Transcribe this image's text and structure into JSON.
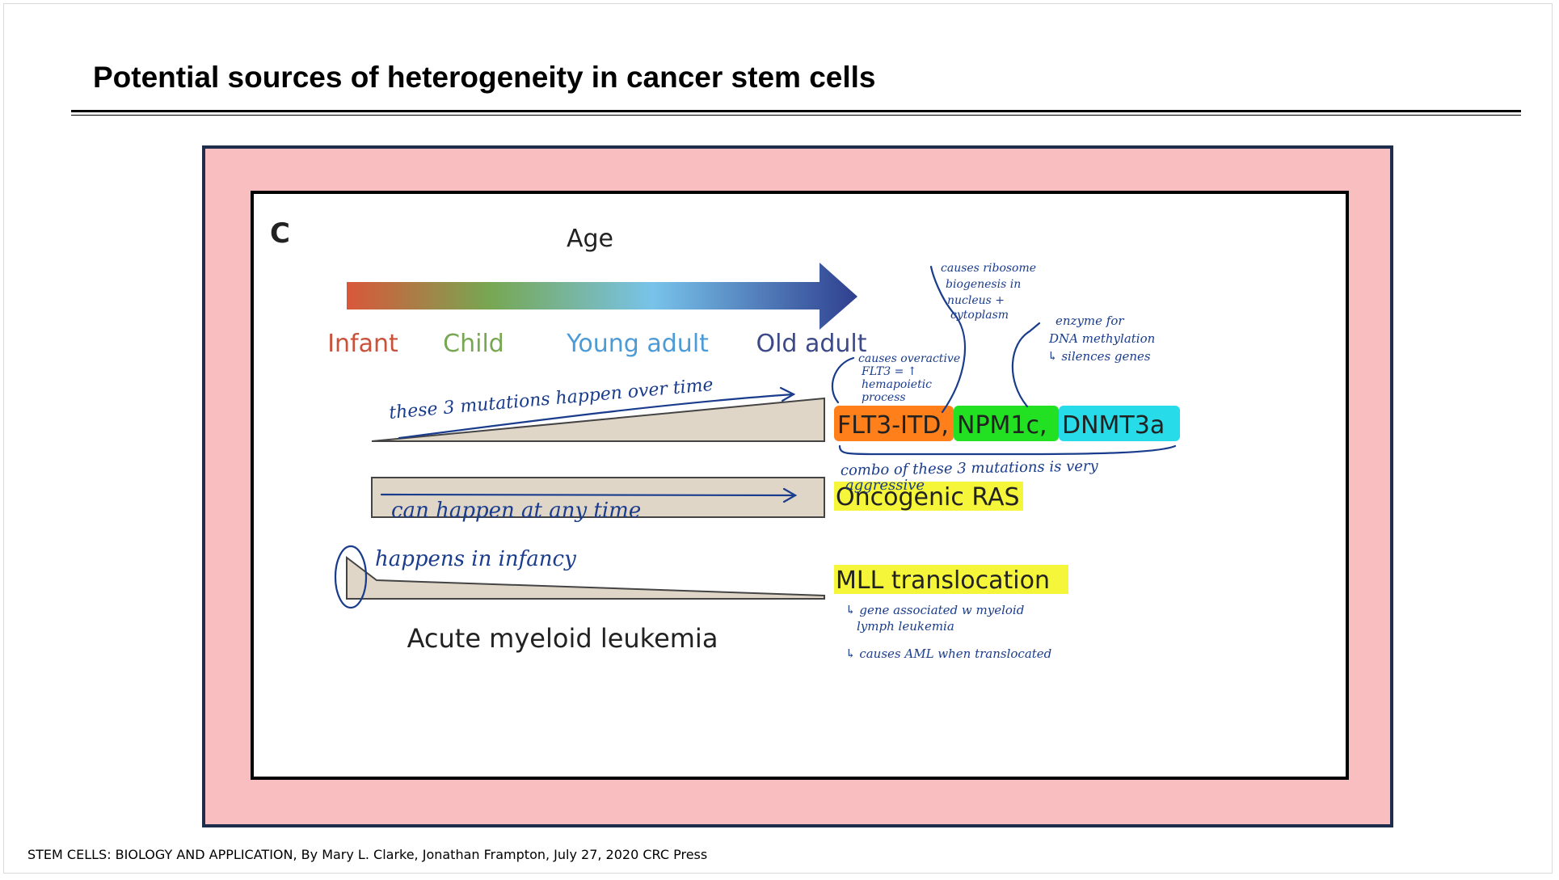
{
  "slide": {
    "title": "Potential sources of heterogeneity in cancer stem cells",
    "citation": "STEM CELLS: BIOLOGY AND APPLICATION, By Mary L. Clarke, Jonathan Frampton, July 27, 2020 CRC Press"
  },
  "figure": {
    "panel_letter": "C",
    "axis_title": "Age",
    "age_labels": {
      "infant": "Infant",
      "child": "Child",
      "young_adult": "Young adult",
      "old_adult": "Old adult"
    },
    "age_colors": {
      "infant": "#c8523a",
      "child": "#77a752",
      "young_adult": "#4d9bd6",
      "old_adult": "#3d4a8a"
    },
    "mutations": {
      "flt3": "FLT3-ITD,",
      "npm1": "NPM1c,",
      "dnmt3a": "DNMT3a",
      "ras": "Oncogenic RAS",
      "mll": "MLL translocation"
    },
    "highlight_colors": {
      "flt3": "#ff7f1a",
      "npm1": "#22e022",
      "dnmt3a": "#27dbe8",
      "yellow": "#f5f53a"
    },
    "caption": "Acute myeloid leukemia",
    "shape_fill": "#dfd6c8"
  },
  "annotations": {
    "over_time": "these 3 mutations happen over time",
    "any_time": "can happen at any time",
    "infancy": "happens in infancy",
    "flt3_note": [
      "causes overactive",
      "FLT3 = ↑",
      "hemapoietic",
      "process"
    ],
    "npm1_note": [
      "causes ribosome",
      "biogenesis in",
      "nucleus +",
      "cytoplasm"
    ],
    "dnmt3a_note": [
      "enzyme for",
      "DNA methylation",
      "↳ silences genes"
    ],
    "combo_note": [
      "combo of these 3 mutations is very",
      "aggressive"
    ],
    "mll_note": [
      "↳ gene associated w myeloid",
      "lymph leukemia"
    ],
    "mll_note2": "↳ causes AML when translocated"
  }
}
